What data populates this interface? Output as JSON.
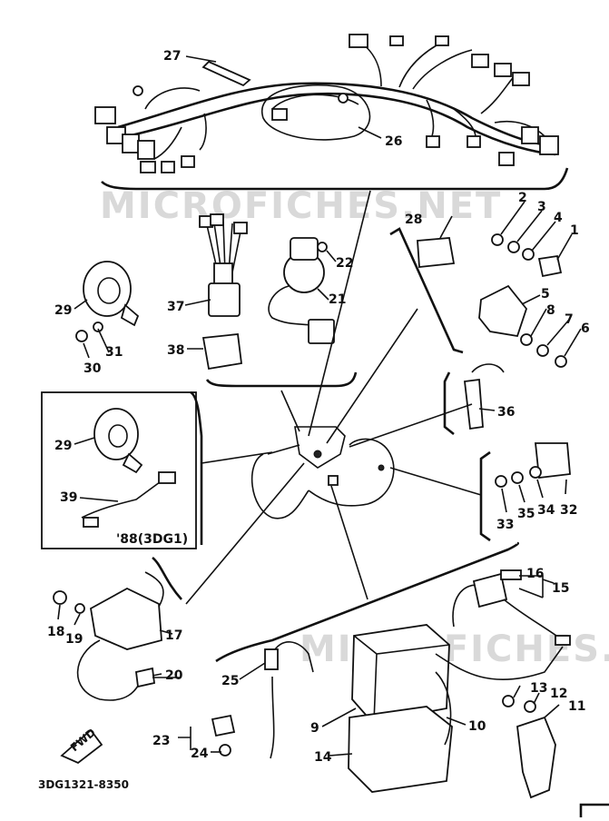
{
  "diagram": {
    "watermark": "MICROFICHES.NET",
    "inset_note": "'88(3DG1)",
    "fwd_label": "FWD",
    "footer_code": "3DG1321-8350",
    "callouts": {
      "c1": "1",
      "c2": "2",
      "c3": "3",
      "c4": "4",
      "c5": "5",
      "c6": "6",
      "c7": "7",
      "c8": "8",
      "c9": "9",
      "c10": "10",
      "c11": "11",
      "c12": "12",
      "c13": "13",
      "c14": "14",
      "c15": "15",
      "c16": "16",
      "c17": "17",
      "c18": "18",
      "c19": "19",
      "c20": "20",
      "c21": "21",
      "c22": "22",
      "c23": "23",
      "c24": "24",
      "c25": "25",
      "c26": "26",
      "c27": "27",
      "c28": "28",
      "c29a": "29",
      "c29b": "29",
      "c30": "30",
      "c31": "31",
      "c32": "32",
      "c33": "33",
      "c34": "34",
      "c35": "35",
      "c36": "36",
      "c37": "37",
      "c38": "38",
      "c39": "39"
    }
  }
}
